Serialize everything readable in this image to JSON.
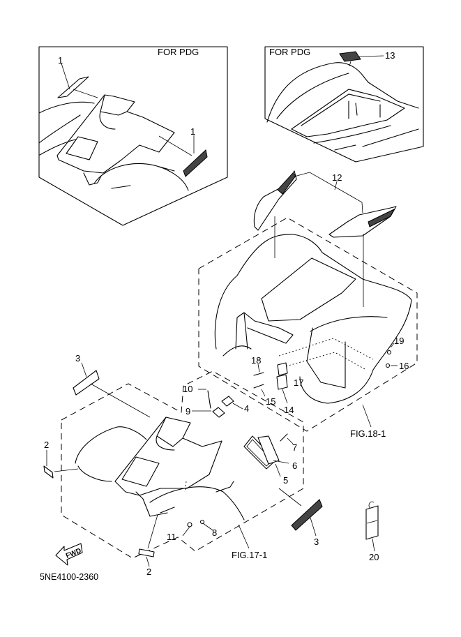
{
  "diagram": {
    "title_code": "5NE4100-2360",
    "insets": {
      "left": {
        "caption": "FOR PDG"
      },
      "right": {
        "caption": "FOR PDG"
      }
    },
    "figure_refs": {
      "rear": "FIG.18-1",
      "front": "FIG.17-1"
    },
    "fwd_badge": "FWD",
    "part_labels": {
      "p1a": "1",
      "p1b": "1",
      "p2a": "2",
      "p2b": "2",
      "p3a": "3",
      "p3b": "3",
      "p4": "4",
      "p5": "5",
      "p6": "6",
      "p7": "7",
      "p8": "8",
      "p9": "9",
      "p10": "10",
      "p11": "11",
      "p12": "12",
      "p13": "13",
      "p14": "14",
      "p15": "15",
      "p16": "16",
      "p17": "17",
      "p18": "18",
      "p19": "19",
      "p20": "20"
    }
  }
}
